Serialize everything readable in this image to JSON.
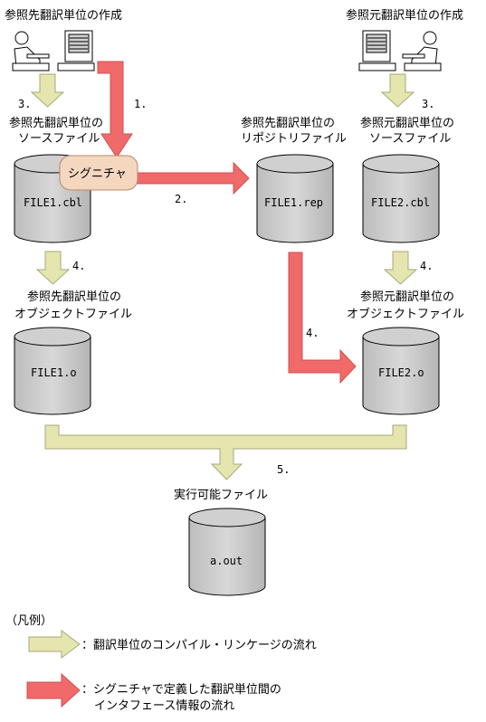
{
  "titles": {
    "left": "参照先翻訳単位の作成",
    "right": "参照元翻訳単位の作成"
  },
  "labels": {
    "left_source": [
      "参照先翻訳単位の",
      "ソースファイル"
    ],
    "middle_repo": [
      "参照先翻訳単位の",
      "リポジトリファイル"
    ],
    "right_source": [
      "参照元翻訳単位の",
      "ソースファイル"
    ],
    "left_object": [
      "参照先翻訳単位の",
      "オブジェクトファイル"
    ],
    "right_object": [
      "参照元翻訳単位の",
      "オブジェクトファイル"
    ],
    "executable": "実行可能ファイル"
  },
  "files": {
    "file1_cbl": "FILE1.cbl",
    "file1_rep": "FILE1.rep",
    "file2_cbl": "FILE2.cbl",
    "file1_o": "FILE1.o",
    "file2_o": "FILE2.o",
    "a_out": "a.out"
  },
  "signature": "シグニチャ",
  "steps": {
    "s1": "1.",
    "s2": "2.",
    "s3_left": "3.",
    "s3_right": "3.",
    "s4_left": "4.",
    "s4_mid": "4.",
    "s4_right": "4.",
    "s5": "5."
  },
  "legend": {
    "title": "（凡例）",
    "compile_flow": "：翻訳単位のコンパイル・リンケージの流れ",
    "interface_flow": [
      "：シグニチャで定義した翻訳単位間の",
      "インタフェース情報の流れ"
    ]
  },
  "colors": {
    "compile_arrow": "#e5e5b0",
    "interface_arrow": "#f06a6a",
    "cylinder": "#c8c8c8",
    "signature_fill": "#f5d7c0"
  },
  "icons": {
    "person_computer": "person-at-computer-icon"
  }
}
